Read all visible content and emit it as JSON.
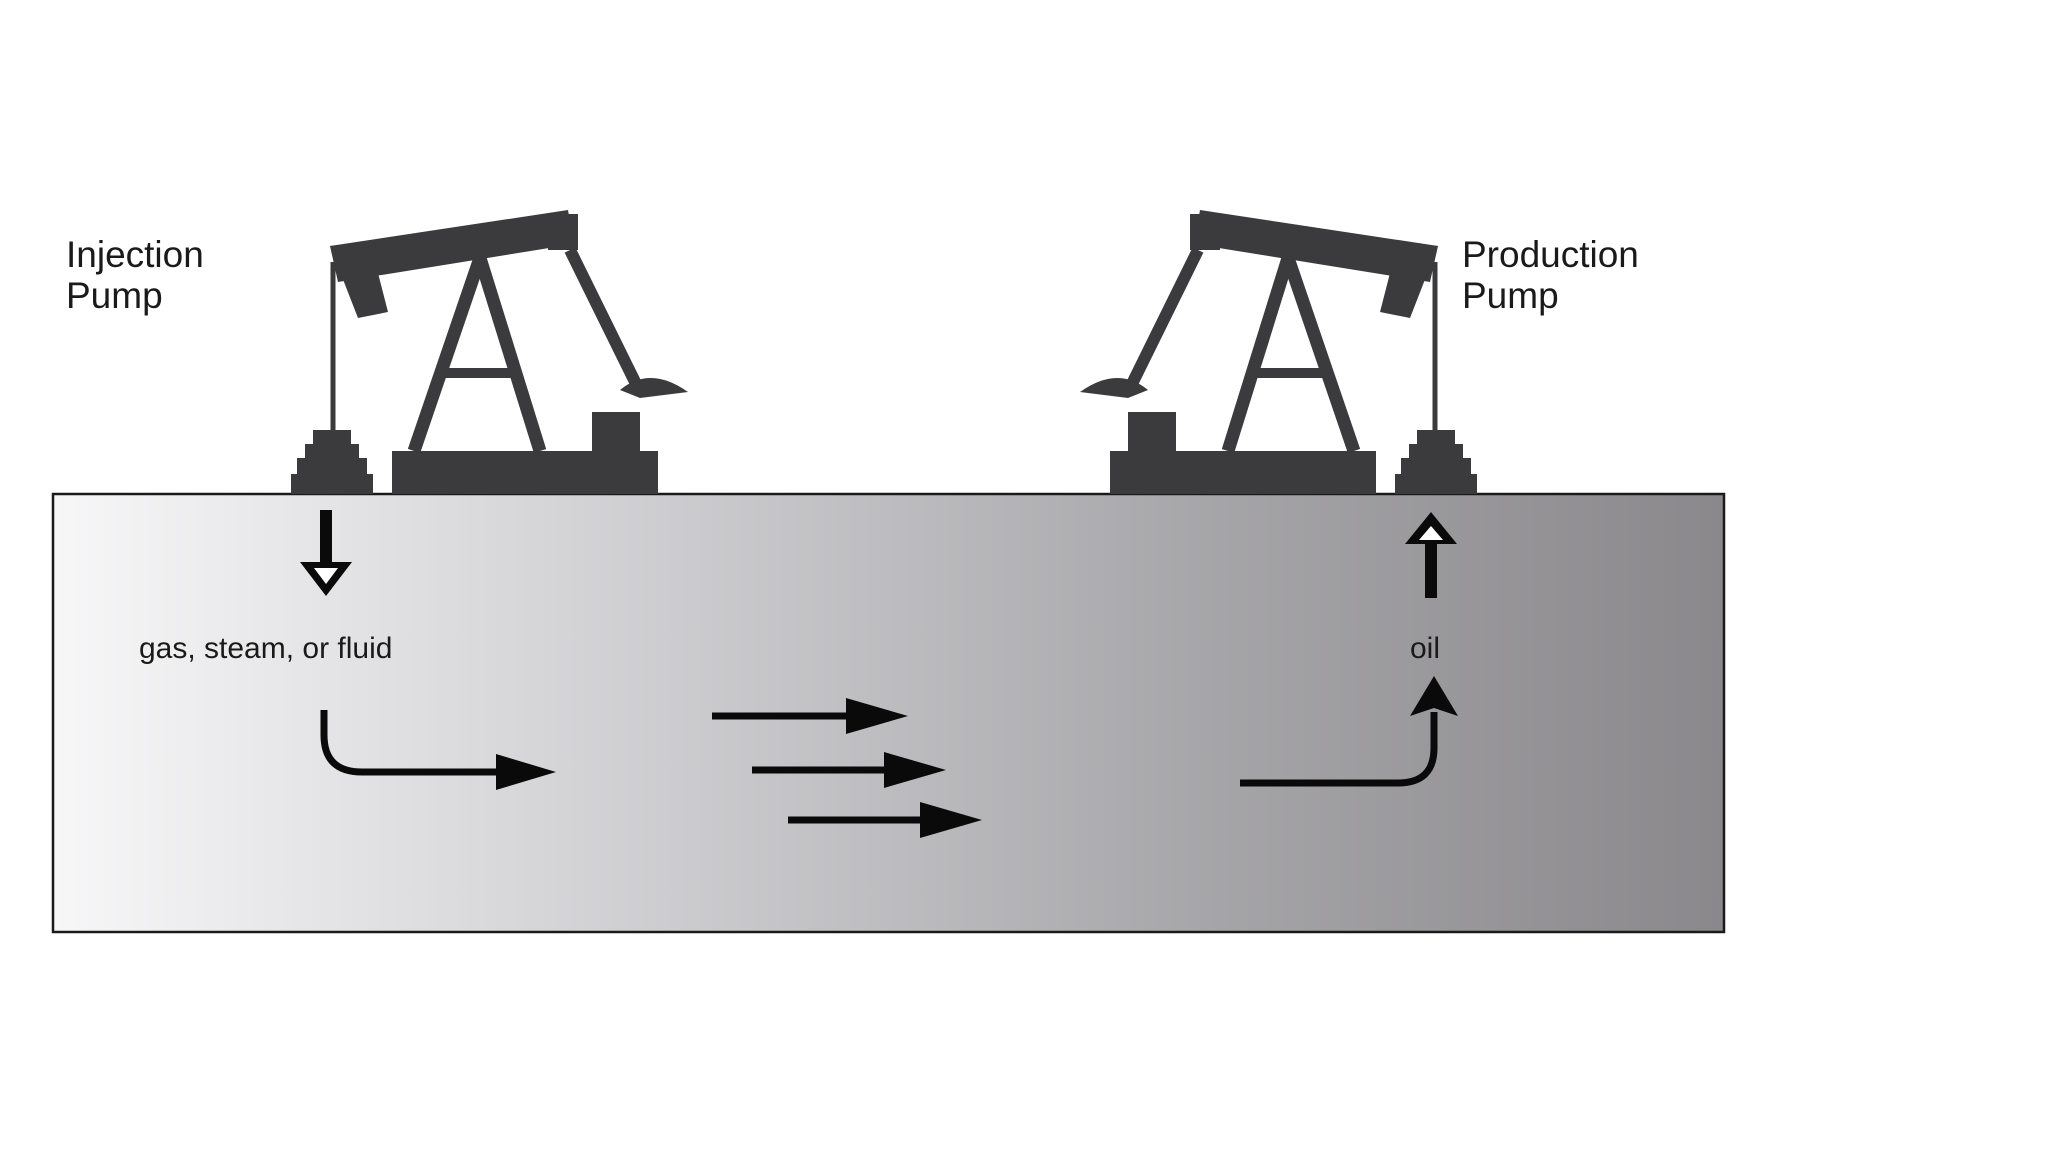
{
  "labels": {
    "injection_line1": "Injection",
    "injection_line2": "Pump",
    "production_line1": "Production",
    "production_line2": "Pump",
    "injected_material": "gas, steam, or fluid",
    "produced_material": "oil"
  },
  "colors": {
    "pump": "#3b3b3d",
    "arrow": "#0a0a0a",
    "reservoir_left": "#f7f7f8",
    "reservoir_right": "#8a888b",
    "reservoir_border": "#1a1a1a",
    "text": "#1a1a1a"
  },
  "icons": {
    "injection_pump": "pumpjack-icon",
    "production_pump": "pumpjack-icon",
    "injection_wellhead": "wellhead-icon",
    "production_wellhead": "wellhead-icon"
  }
}
